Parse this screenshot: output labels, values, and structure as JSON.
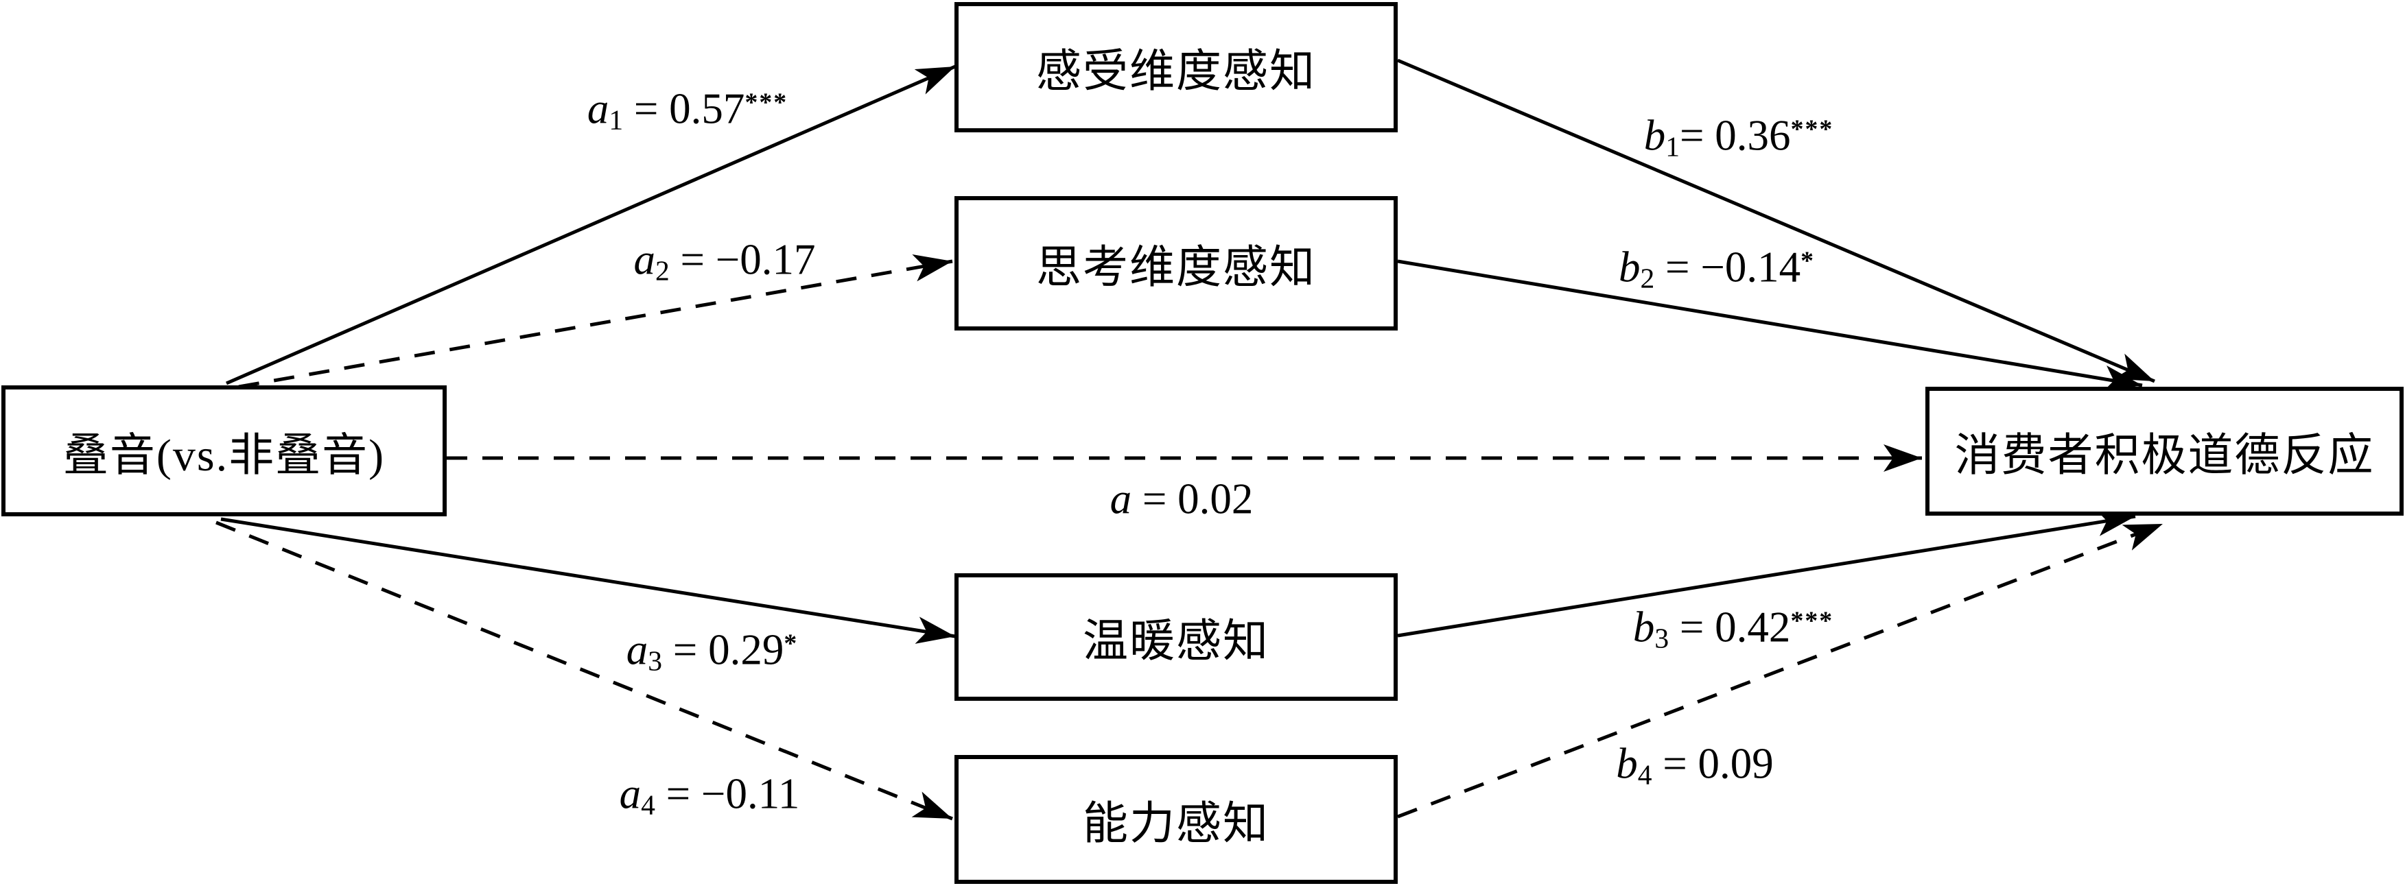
{
  "figure": {
    "type": "mediation-path-diagram",
    "background_color": "#ffffff",
    "line_color": "#000000"
  },
  "nodes": {
    "iv": {
      "label": "叠音(vs.非叠音)"
    },
    "m1": {
      "label": "感受维度感知"
    },
    "m2": {
      "label": "思考维度感知"
    },
    "m3": {
      "label": "温暖感知"
    },
    "m4": {
      "label": "能力感知"
    },
    "dv": {
      "label": "消费者积极道德反应"
    }
  },
  "paths": {
    "a1": {
      "from": "iv",
      "to": "m1",
      "var": "a",
      "sub": "1",
      "eq": " = 0.57",
      "stars": "***",
      "style": "solid"
    },
    "a2": {
      "from": "iv",
      "to": "m2",
      "var": "a",
      "sub": "2",
      "eq": " = −0.17",
      "stars": "",
      "style": "dashed"
    },
    "a3": {
      "from": "iv",
      "to": "m3",
      "var": "a",
      "sub": "3",
      "eq": " = 0.29",
      "stars": "*",
      "style": "solid"
    },
    "a4": {
      "from": "iv",
      "to": "m4",
      "var": "a",
      "sub": "4",
      "eq": " = −0.11",
      "stars": "",
      "style": "dashed"
    },
    "direct": {
      "from": "iv",
      "to": "dv",
      "var": "a",
      "sub": "",
      "eq": " = 0.02",
      "stars": "",
      "style": "dashed"
    },
    "b1": {
      "from": "m1",
      "to": "dv",
      "var": "b",
      "sub": "1",
      "eq": "= 0.36",
      "stars": "***",
      "style": "solid"
    },
    "b2": {
      "from": "m2",
      "to": "dv",
      "var": "b",
      "sub": "2",
      "eq": " = −0.14",
      "stars": "*",
      "style": "solid"
    },
    "b3": {
      "from": "m3",
      "to": "dv",
      "var": "b",
      "sub": "3",
      "eq": " = 0.42",
      "stars": "***",
      "style": "solid"
    },
    "b4": {
      "from": "m4",
      "to": "dv",
      "var": "b",
      "sub": "4",
      "eq": " = 0.09",
      "stars": "",
      "style": "dashed"
    }
  }
}
